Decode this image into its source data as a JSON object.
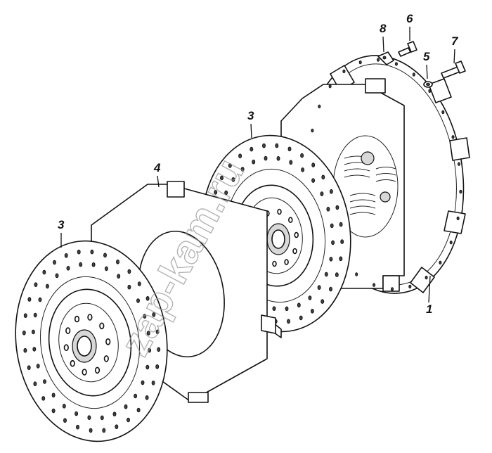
{
  "diagram": {
    "callouts": [
      {
        "id": "c1",
        "text": "1"
      },
      {
        "id": "c3a",
        "text": "3"
      },
      {
        "id": "c3b",
        "text": "3"
      },
      {
        "id": "c4",
        "text": "4"
      },
      {
        "id": "c5",
        "text": "5"
      },
      {
        "id": "c6",
        "text": "6"
      },
      {
        "id": "c7",
        "text": "7"
      },
      {
        "id": "c8",
        "text": "8"
      }
    ],
    "watermark": "zap-kam.ru"
  }
}
